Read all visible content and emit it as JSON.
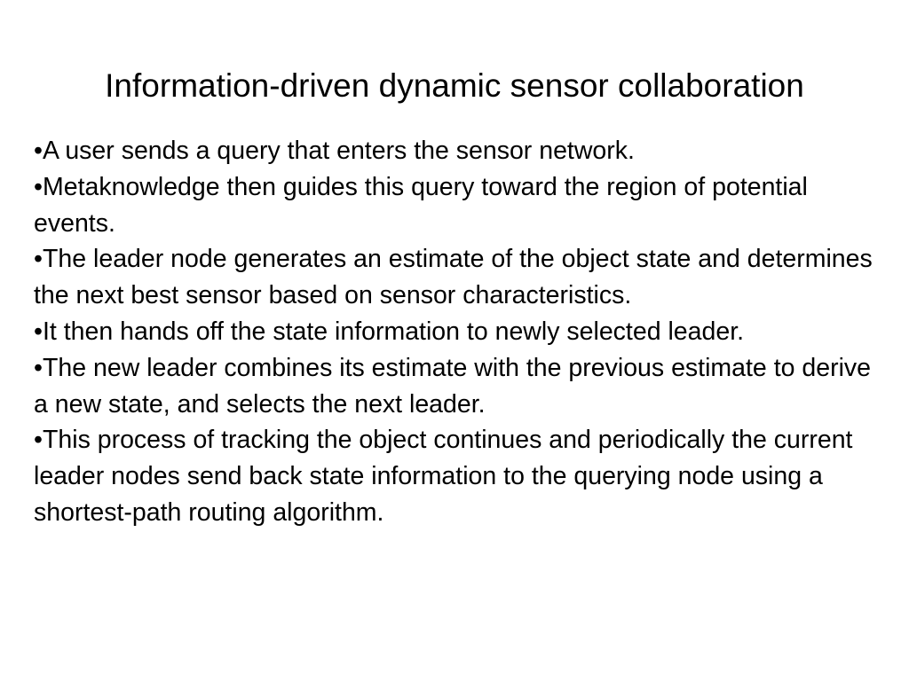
{
  "slide": {
    "title": "Information-driven dynamic sensor collaboration",
    "bullets": [
      "•A user sends a query that enters the sensor network.",
      "•Metaknowledge then guides this query toward the region of potential events.",
      "•The leader node generates an estimate of the object state and determines the next best sensor based on sensor characteristics.",
      "•It then hands off the state information to newly selected leader.",
      "•The new leader combines its estimate with the previous estimate to derive a new state, and selects the next leader.",
      "•This process of tracking the object continues and periodically the current leader nodes send back state information to the querying node using a shortest-path routing algorithm."
    ]
  }
}
